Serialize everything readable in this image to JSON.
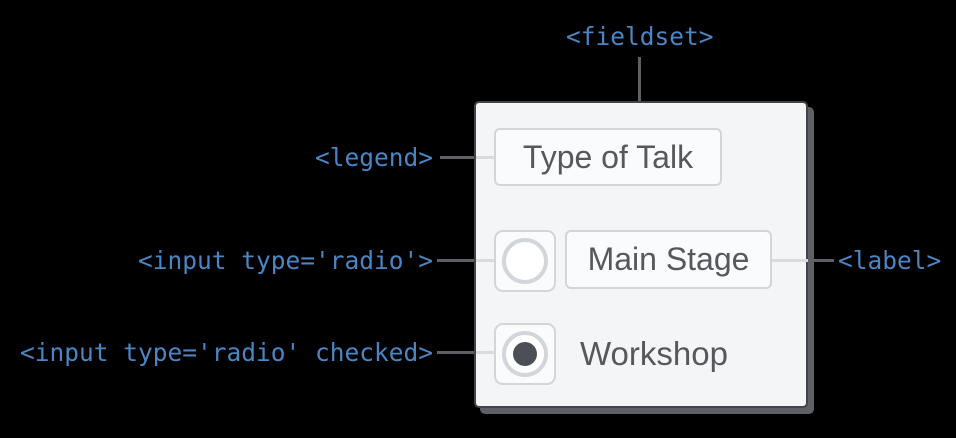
{
  "annotations": {
    "fieldset": "<fieldset>",
    "legend": "<legend>",
    "input_radio": "<input type='radio'>",
    "input_radio_checked": "<input type='radio' checked>",
    "label": "<label>"
  },
  "form": {
    "legend_text": "Type of Talk",
    "options": [
      {
        "label": "Main Stage",
        "checked": false
      },
      {
        "label": "Workshop",
        "checked": true
      }
    ]
  },
  "colors": {
    "code_blue": "#4a85c4",
    "text_gray": "#55585d",
    "connector_dark": "#5d6165",
    "connector_light": "#d9dbdd",
    "fieldset_bg": "#f4f5f6",
    "fieldset_border": "#42464b",
    "shadow": "#5d6065",
    "box_border": "#d2d5d9",
    "radio_dot": "#4c5056"
  }
}
